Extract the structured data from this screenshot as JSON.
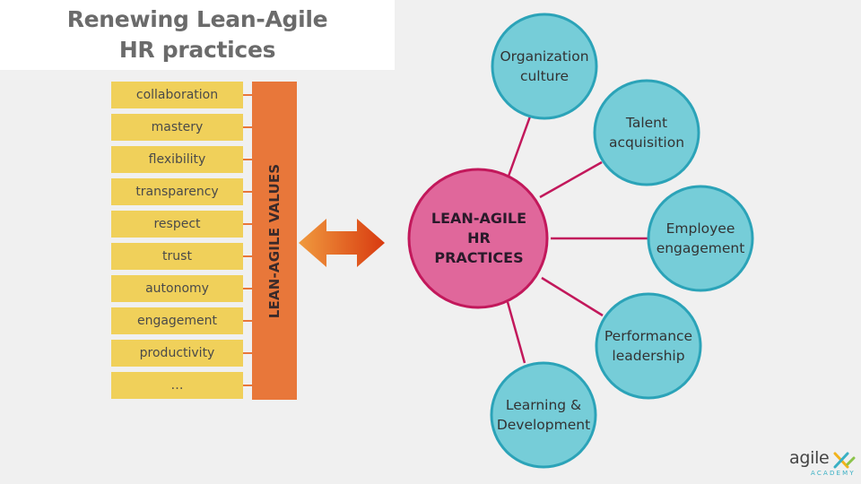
{
  "title": {
    "line1": "Renewing Lean-Agile",
    "line2": "HR practices"
  },
  "values": {
    "items": [
      "collaboration",
      "mastery",
      "flexibility",
      "transparency",
      "respect",
      "trust",
      "autonomy",
      "engagement",
      "productivity",
      "…"
    ],
    "bar_label": "LEAN-AGILE VALUES"
  },
  "center": {
    "label": "LEAN-AGILE\nHR\nPRACTICES"
  },
  "practices": [
    {
      "label": "Organization\nculture"
    },
    {
      "label": "Talent\nacquisition"
    },
    {
      "label": "Employee\nengagement"
    },
    {
      "label": "Performance\nleadership"
    },
    {
      "label": "Learning &\nDevelopment"
    }
  ],
  "colors": {
    "value_box": "#f0d05a",
    "values_bar": "#e8773a",
    "center_fill": "#e0679b",
    "center_stroke": "#c2185b",
    "circle_fill": "#76cdd8",
    "circle_stroke": "#2ba3b8",
    "connector_line": "#c2185b",
    "arrow_left": "#f09a3e",
    "arrow_right": "#d83a10"
  },
  "logo": {
    "word": "agile",
    "sub": "ACADEMY"
  }
}
